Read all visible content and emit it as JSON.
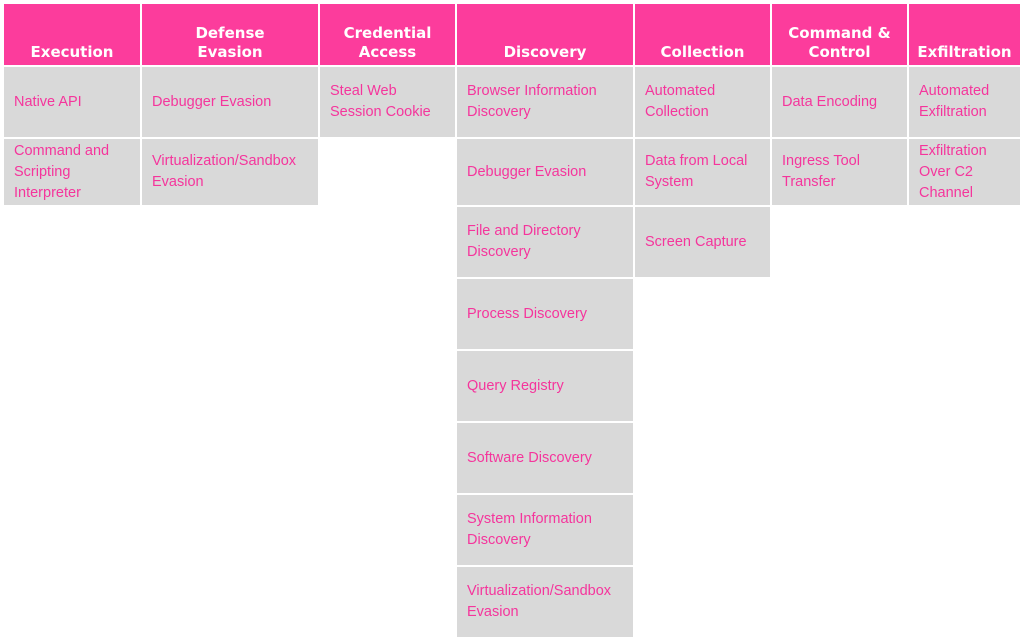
{
  "colors": {
    "header_bg": "#fc3c9c",
    "header_text": "#ffffff",
    "cell_bg": "#d9d9d9",
    "cell_text": "#f5359c"
  },
  "tactics": [
    {
      "name": "Execution",
      "techniques": [
        "Native API",
        "Command and Scripting Interpreter"
      ]
    },
    {
      "name": "Defense Evasion",
      "techniques": [
        "Debugger Evasion",
        "Virtualization/Sandbox Evasion"
      ]
    },
    {
      "name": "Credential Access",
      "techniques": [
        "Steal Web Session Cookie"
      ]
    },
    {
      "name": "Discovery",
      "techniques": [
        "Browser Information Discovery",
        "Debugger Evasion",
        "File and Directory Discovery",
        "Process Discovery",
        "Query Registry",
        "Software Discovery",
        "System Information Discovery",
        "Virtualization/Sandbox Evasion"
      ]
    },
    {
      "name": "Collection",
      "techniques": [
        "Automated Collection",
        "Data from Local System",
        "Screen Capture"
      ]
    },
    {
      "name": "Command & Control",
      "techniques": [
        "Data Encoding",
        "Ingress Tool Transfer"
      ]
    },
    {
      "name": "Exfiltration",
      "techniques": [
        "Automated Exfiltration",
        "Exfiltration Over C2 Channel"
      ]
    }
  ]
}
